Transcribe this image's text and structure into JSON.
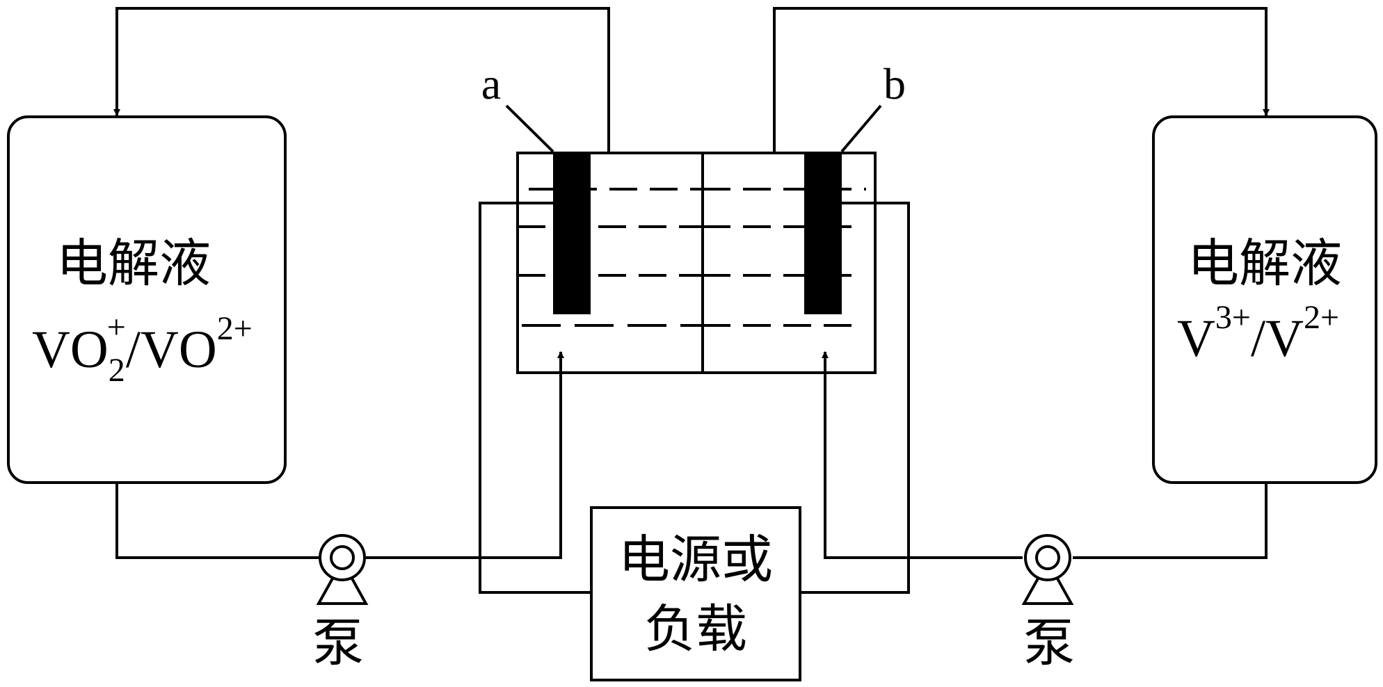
{
  "left_tank": {
    "title": "电解液",
    "species_main": "VO",
    "species_sub": "2",
    "species_sup": "+",
    "species_slash": "/",
    "species_b": "VO",
    "species_b_sup": "2+"
  },
  "right_tank": {
    "title": "电解液",
    "species_a": "V",
    "species_a_sup": "3+",
    "species_slash": "/",
    "species_b": "V",
    "species_b_sup": "2+"
  },
  "electrodes": {
    "left_label": "a",
    "right_label": "b"
  },
  "power": {
    "line1": "电源或",
    "line2": "负载"
  },
  "pumps": {
    "left_label": "泵",
    "right_label": "泵"
  }
}
